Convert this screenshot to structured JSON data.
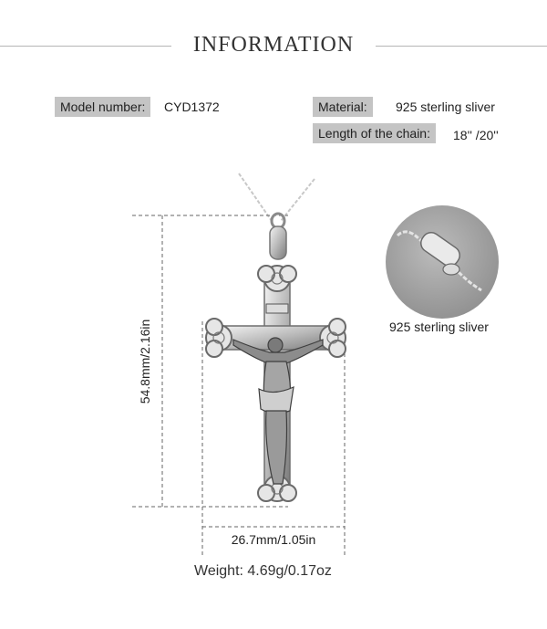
{
  "header": {
    "title": "INFORMATION"
  },
  "specs": {
    "model_label": "Model number:",
    "model_value": "CYD1372",
    "material_label": "Material:",
    "material_value": "925 sterling sliver",
    "chain_label": "Length of the chain:",
    "chain_value": "18'' /20''"
  },
  "product": {
    "height_dim": "54.8mm/2.16in",
    "width_dim": "26.7mm/1.05in",
    "weight": "Weight: 4.69g/0.17oz",
    "clasp_caption": "925 sterling sliver"
  },
  "colors": {
    "label_bg": "#c4c4c4",
    "line": "#b5b5b5",
    "silver": "#9a9a9a"
  }
}
